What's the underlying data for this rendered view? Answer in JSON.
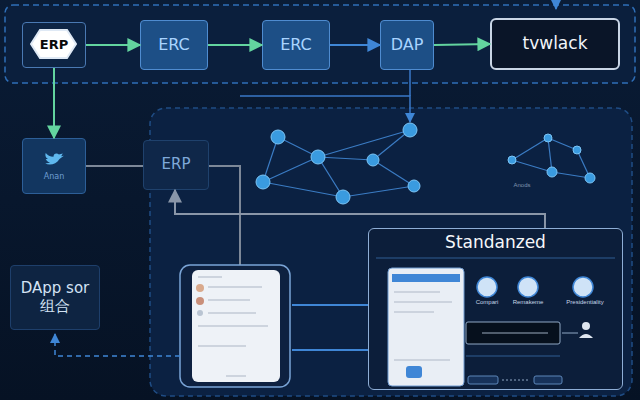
{
  "diagram": {
    "nodes": [
      {
        "text": [
          "ERP"
        ]
      },
      {
        "text": [
          "ERC"
        ]
      },
      {
        "text": [
          "ERC"
        ]
      },
      {
        "text": [
          "DAP"
        ]
      },
      {
        "text": [
          "tvwlack"
        ]
      },
      {
        "text": [
          "Anan"
        ]
      },
      {
        "text": [
          "ERP"
        ]
      },
      {
        "text": [
          "DApp sor 组合"
        ]
      },
      {
        "text": [
          "Standanzed"
        ]
      }
    ],
    "edges": [
      {
        "from": 0,
        "to": 1,
        "arrow": "to"
      },
      {
        "from": 1,
        "to": 2,
        "arrow": "to"
      },
      {
        "from": 2,
        "to": 3,
        "arrow": "to"
      },
      {
        "from": 3,
        "to": 4,
        "arrow": "to"
      },
      {
        "from": 0,
        "to": 5,
        "arrow": "to"
      },
      {
        "from": 8,
        "to": 6,
        "arrow": "to"
      }
    ],
    "labels": [
      "Anods",
      "Compari",
      "Remakeme",
      "Presidentiality"
    ]
  }
}
